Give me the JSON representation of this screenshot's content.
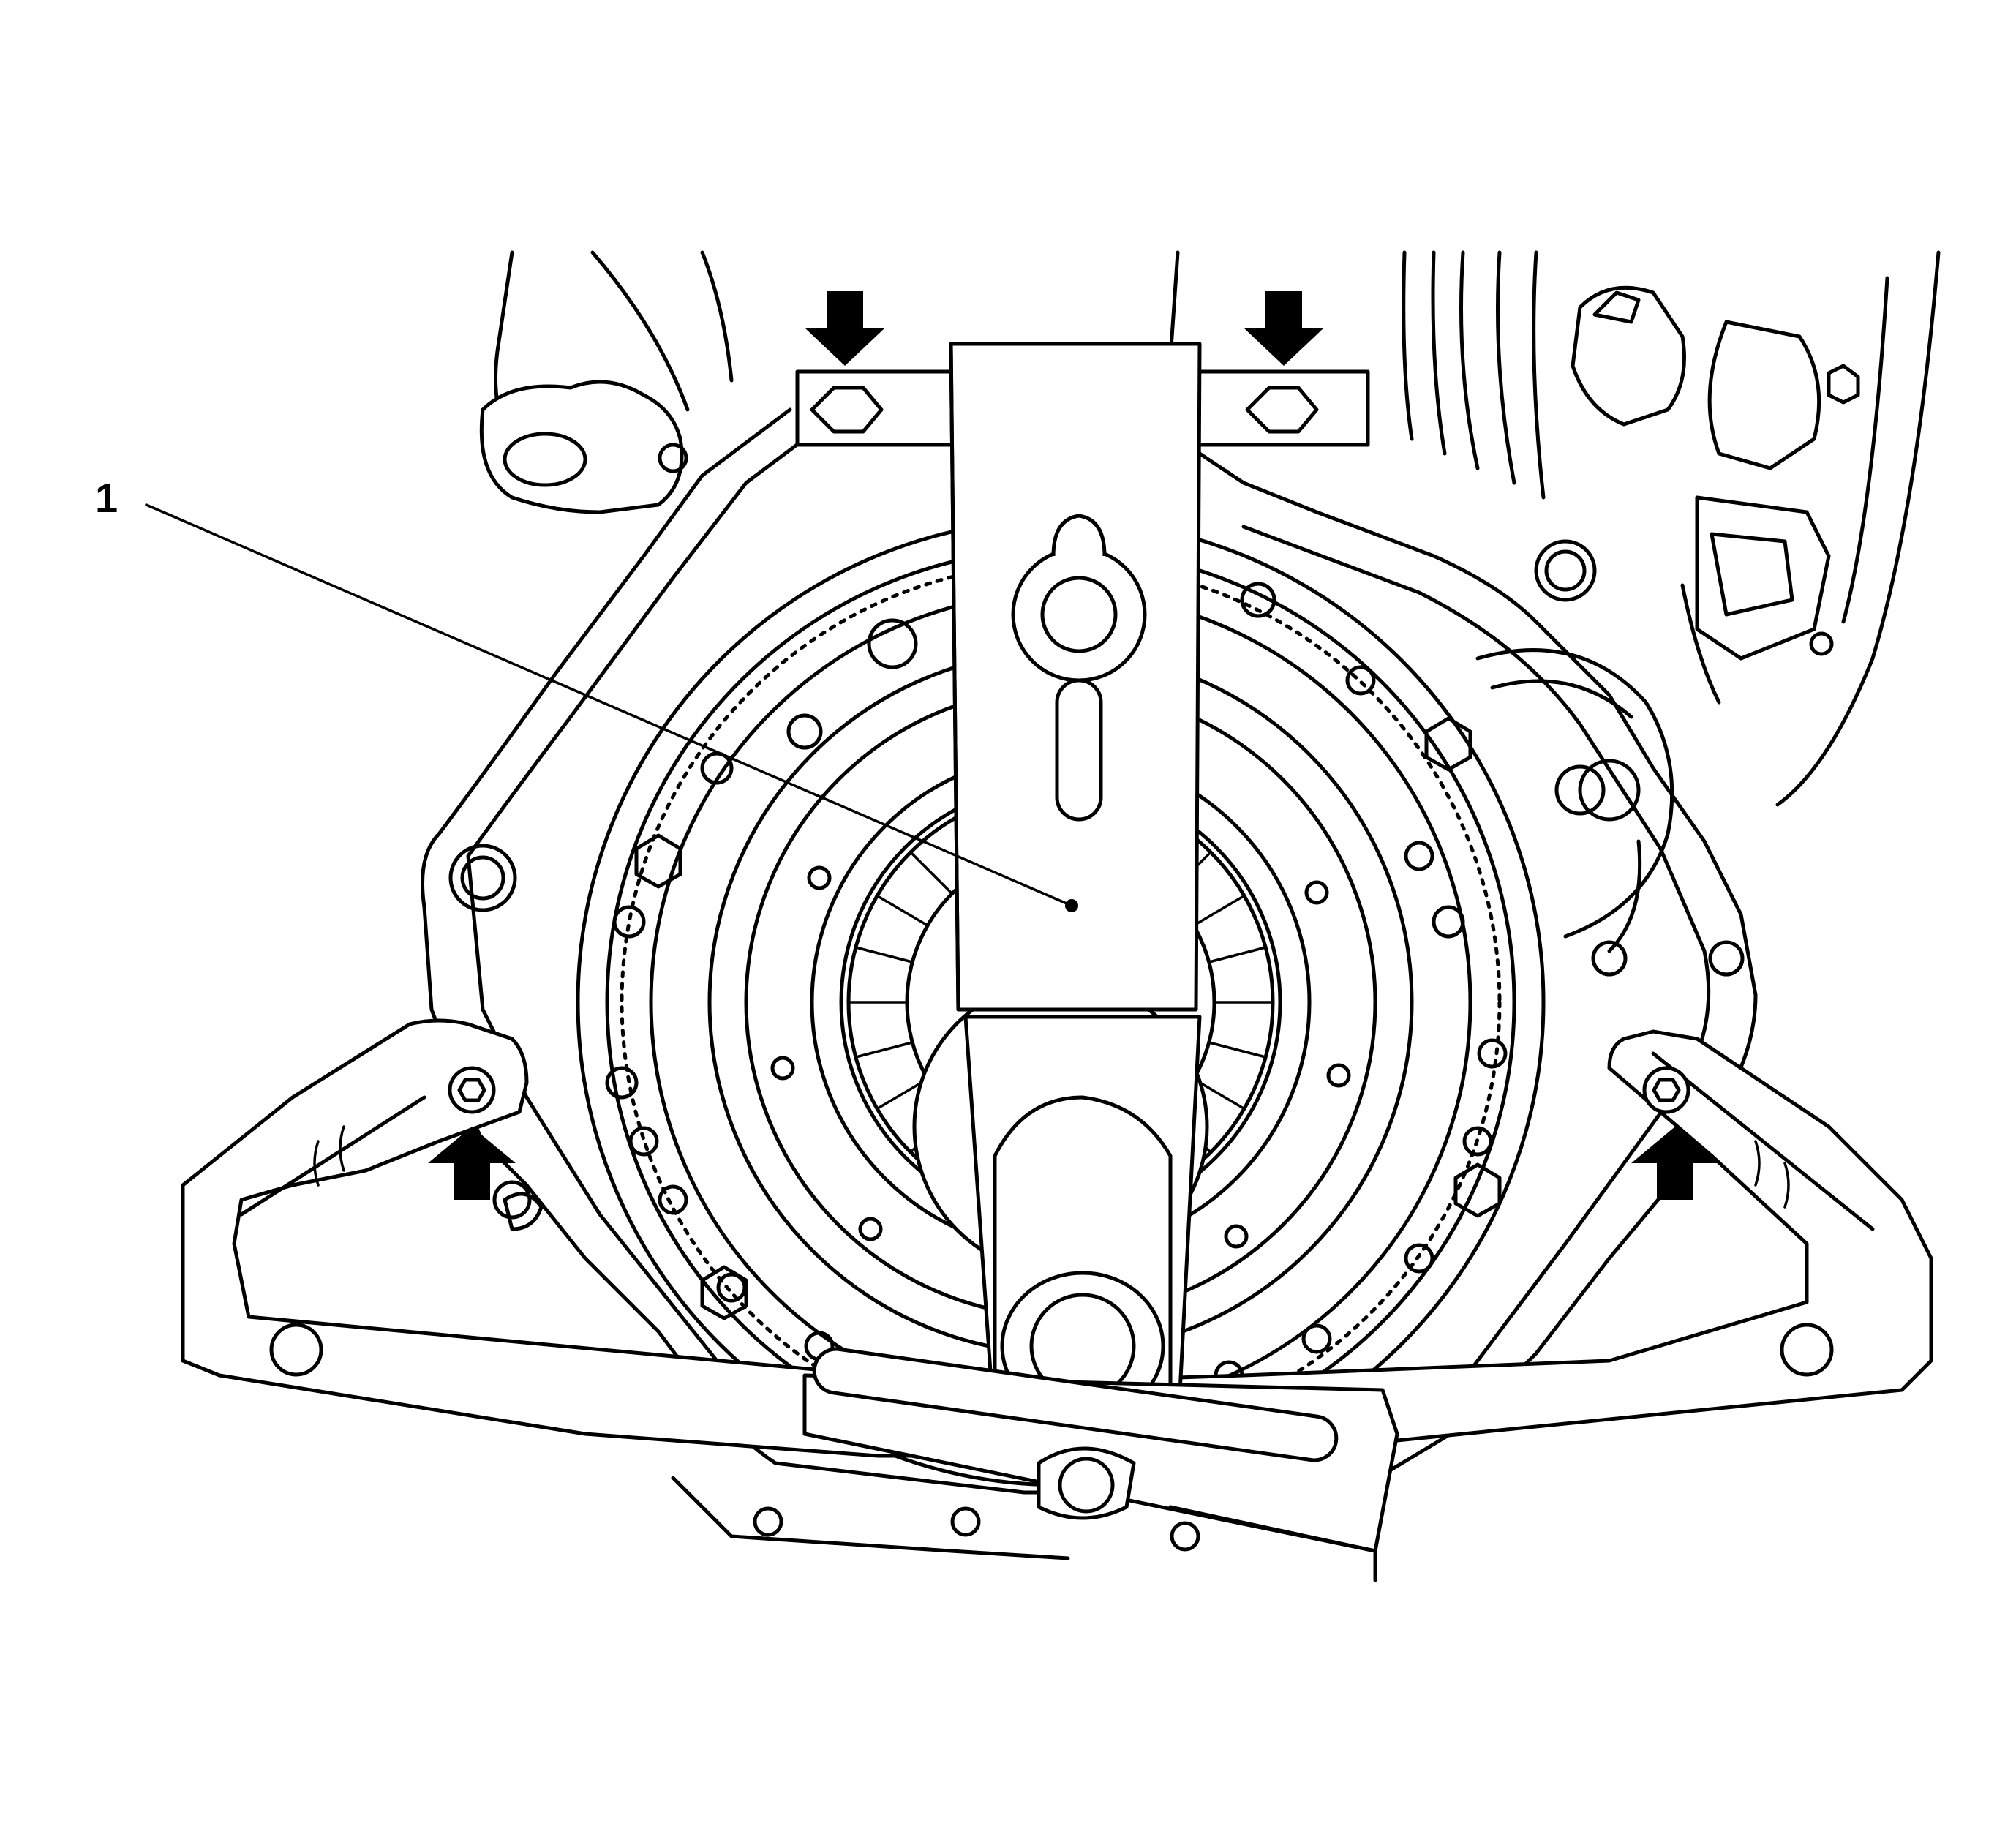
{
  "colors": {
    "line": "#000000",
    "background": "#ffffff",
    "arrow": "#000000"
  },
  "callouts": [
    {
      "number": "1"
    }
  ],
  "arrows": [
    {
      "direction": "down"
    },
    {
      "direction": "down"
    },
    {
      "direction": "up"
    },
    {
      "direction": "up"
    }
  ]
}
